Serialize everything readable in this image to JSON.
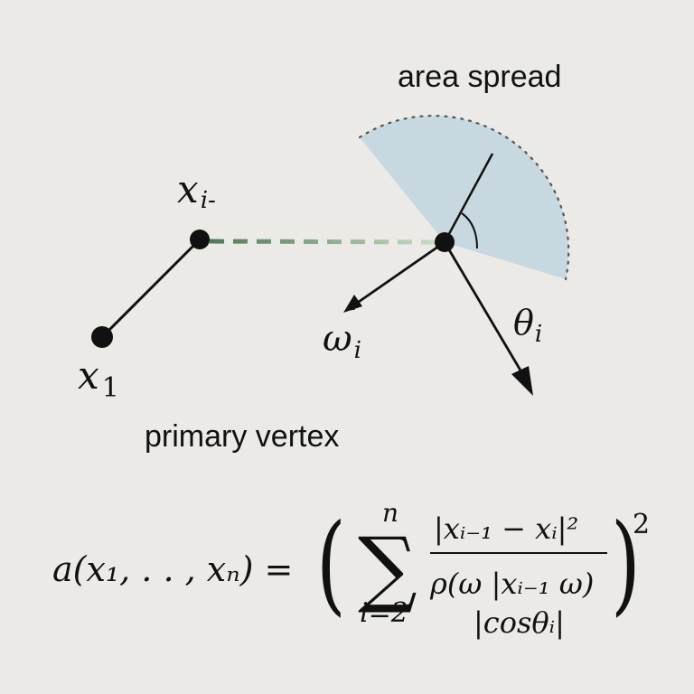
{
  "labels": {
    "area_spread": "area spread",
    "primary_vertex": "primary vertex",
    "x_prev": "x",
    "x_prev_sub": "i-",
    "x_first": "x",
    "x_first_sub": "1",
    "omega": "ω",
    "omega_sub": "i",
    "theta": "θ",
    "theta_sub": "i"
  },
  "formula": {
    "lhs": "a(x₁, . . , xₙ) =",
    "sum_upper": "n",
    "sum_lower": "i=2",
    "sum_symbol": "∑",
    "numerator": "|xᵢ₋₁ − xᵢ|²",
    "denominator_1": "ρ(ω |xᵢ₋₁ ω)",
    "denominator_2": "|cosθᵢ|",
    "outer_power": "2"
  },
  "colors": {
    "background": "#ebeae7",
    "ink": "#111111",
    "cone_fill": "#c8d8e0",
    "dashed_gradient_start": "#4e7a58",
    "dashed_gradient_end": "#c9dcc4"
  }
}
